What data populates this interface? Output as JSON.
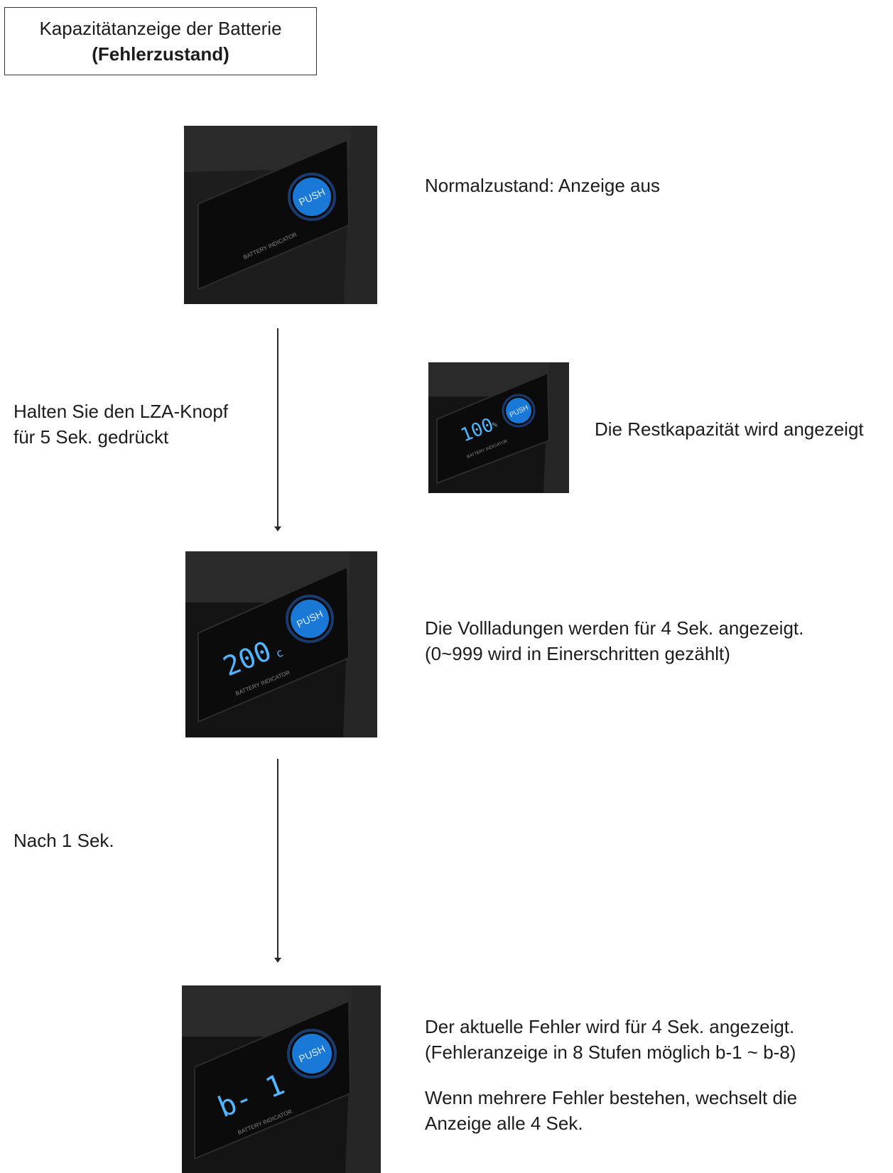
{
  "header": {
    "title_line1": "Kapazitätanzeige der Batterie",
    "title_line2": "(Fehlerzustand)"
  },
  "steps": [
    {
      "caption": "Normalzustand: Anzeige aus",
      "display_value": "",
      "display_unit": "",
      "button_label": "PUSH",
      "panel_label": "BATTERY INDICATOR"
    },
    {
      "caption": "Die Restkapazität wird angezeigt",
      "display_value": "100",
      "display_unit": "%",
      "button_label": "PUSH",
      "panel_label": "BATTERY INDICATOR"
    },
    {
      "caption_line1": "Die Vollladungen werden für 4 Sek. angezeigt.",
      "caption_line2": "(0~999 wird in Einerschritten gezählt)",
      "display_value": "200",
      "display_unit": "c",
      "button_label": "PUSH",
      "panel_label": "BATTERY INDICATOR"
    },
    {
      "caption_line1": "Der aktuelle Fehler wird für 4 Sek. angezeigt.",
      "caption_line2": "(Fehleranzeige in 8 Stufen möglich b-1 ~ b-8)",
      "caption_line3": "Wenn mehrere Fehler bestehen, wechselt die",
      "caption_line4": "Anzeige alle 4 Sek.",
      "display_value": "b- 1",
      "display_unit": "",
      "button_label": "PUSH",
      "panel_label": "BATTERY INDICATOR"
    }
  ],
  "transitions": [
    {
      "line1": "Halten Sie den LZA-Knopf",
      "line2": "für 5 Sek. gedrückt"
    },
    {
      "line1": "Nach 1 Sek."
    }
  ],
  "colors": {
    "device_body": "#1e1e1e",
    "panel": "#0a0a0a",
    "push_button": "#1a78d6",
    "digit": "#4fb6ff"
  }
}
